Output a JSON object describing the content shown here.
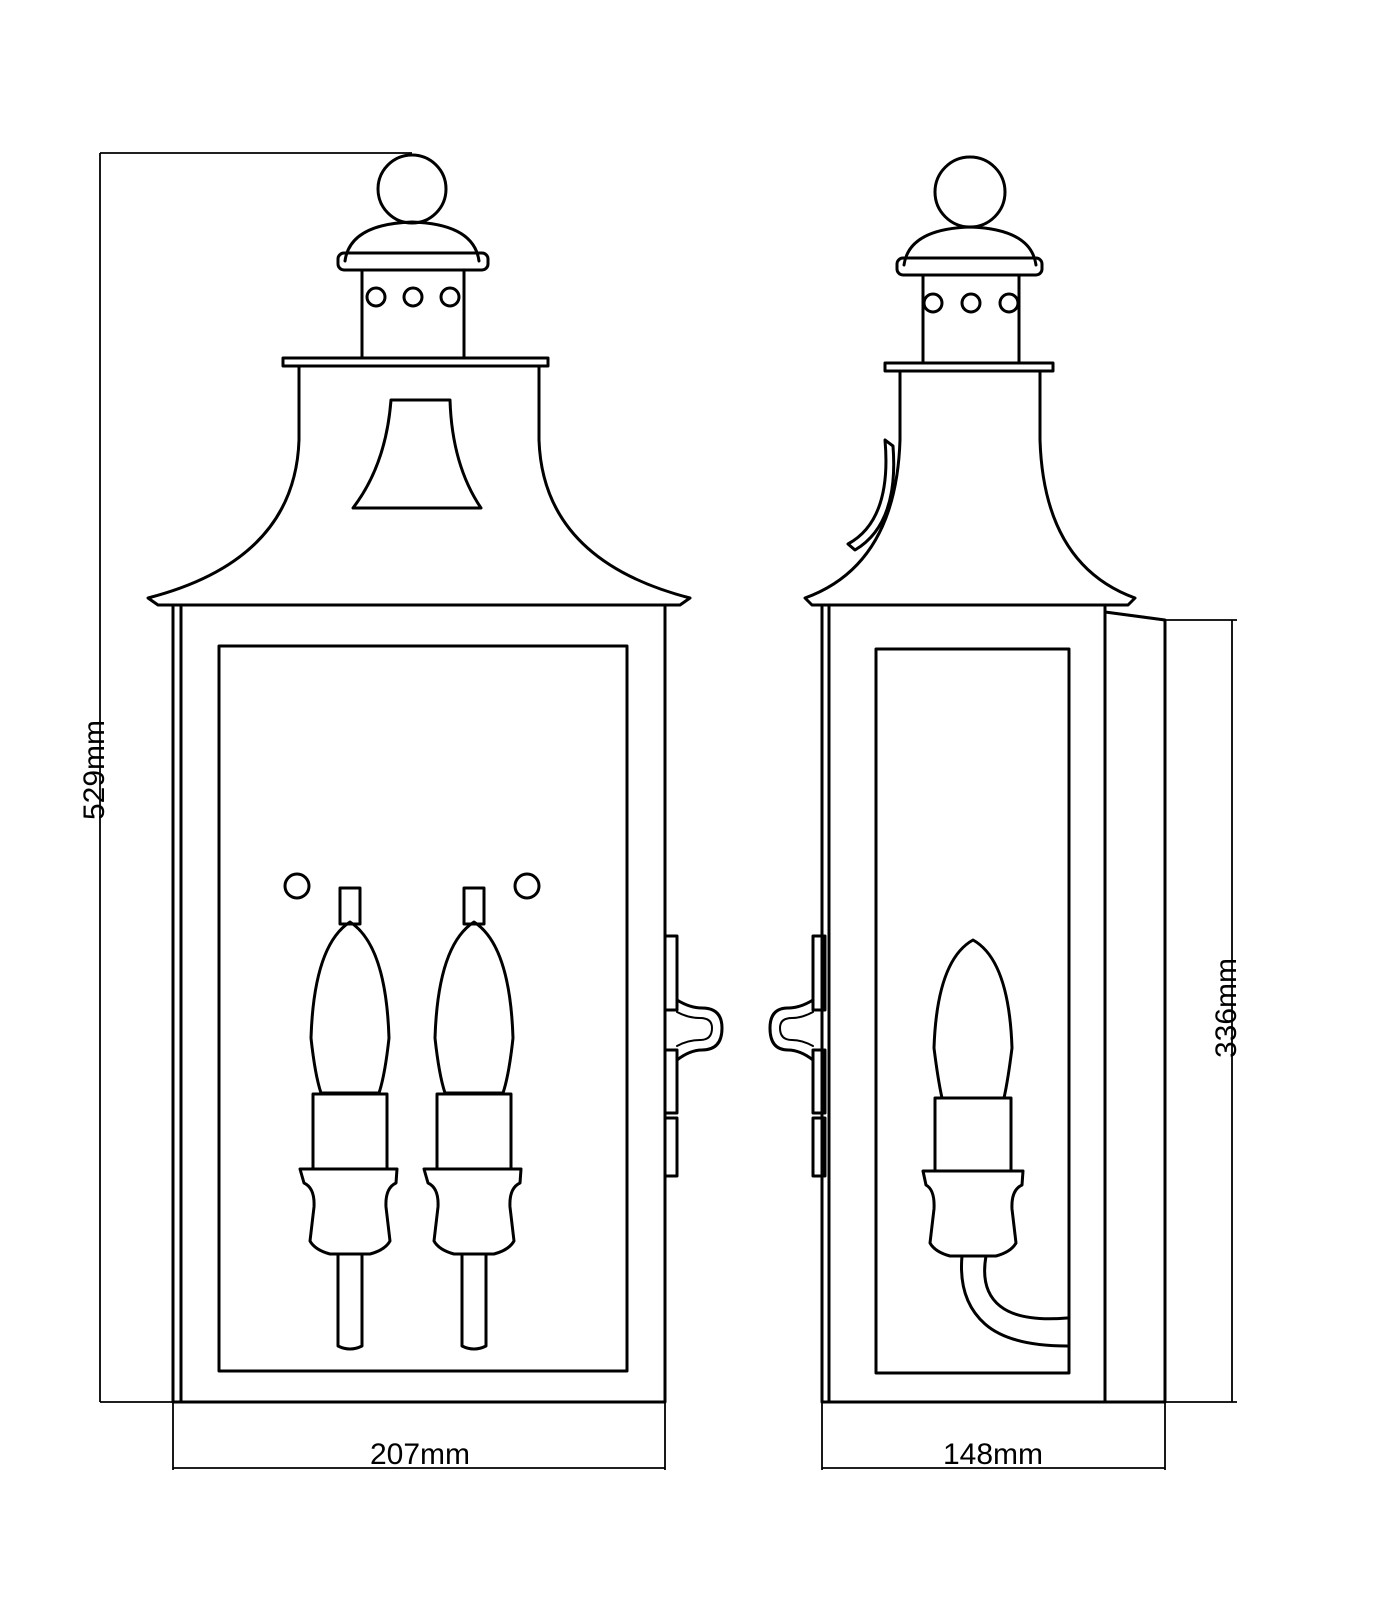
{
  "diagram": {
    "dimensions": {
      "height_total": "529mm",
      "front_width": "207mm",
      "side_depth": "148mm",
      "backplate_height": "336mm"
    },
    "colors": {
      "line": "#000000",
      "background": "#ffffff"
    }
  }
}
